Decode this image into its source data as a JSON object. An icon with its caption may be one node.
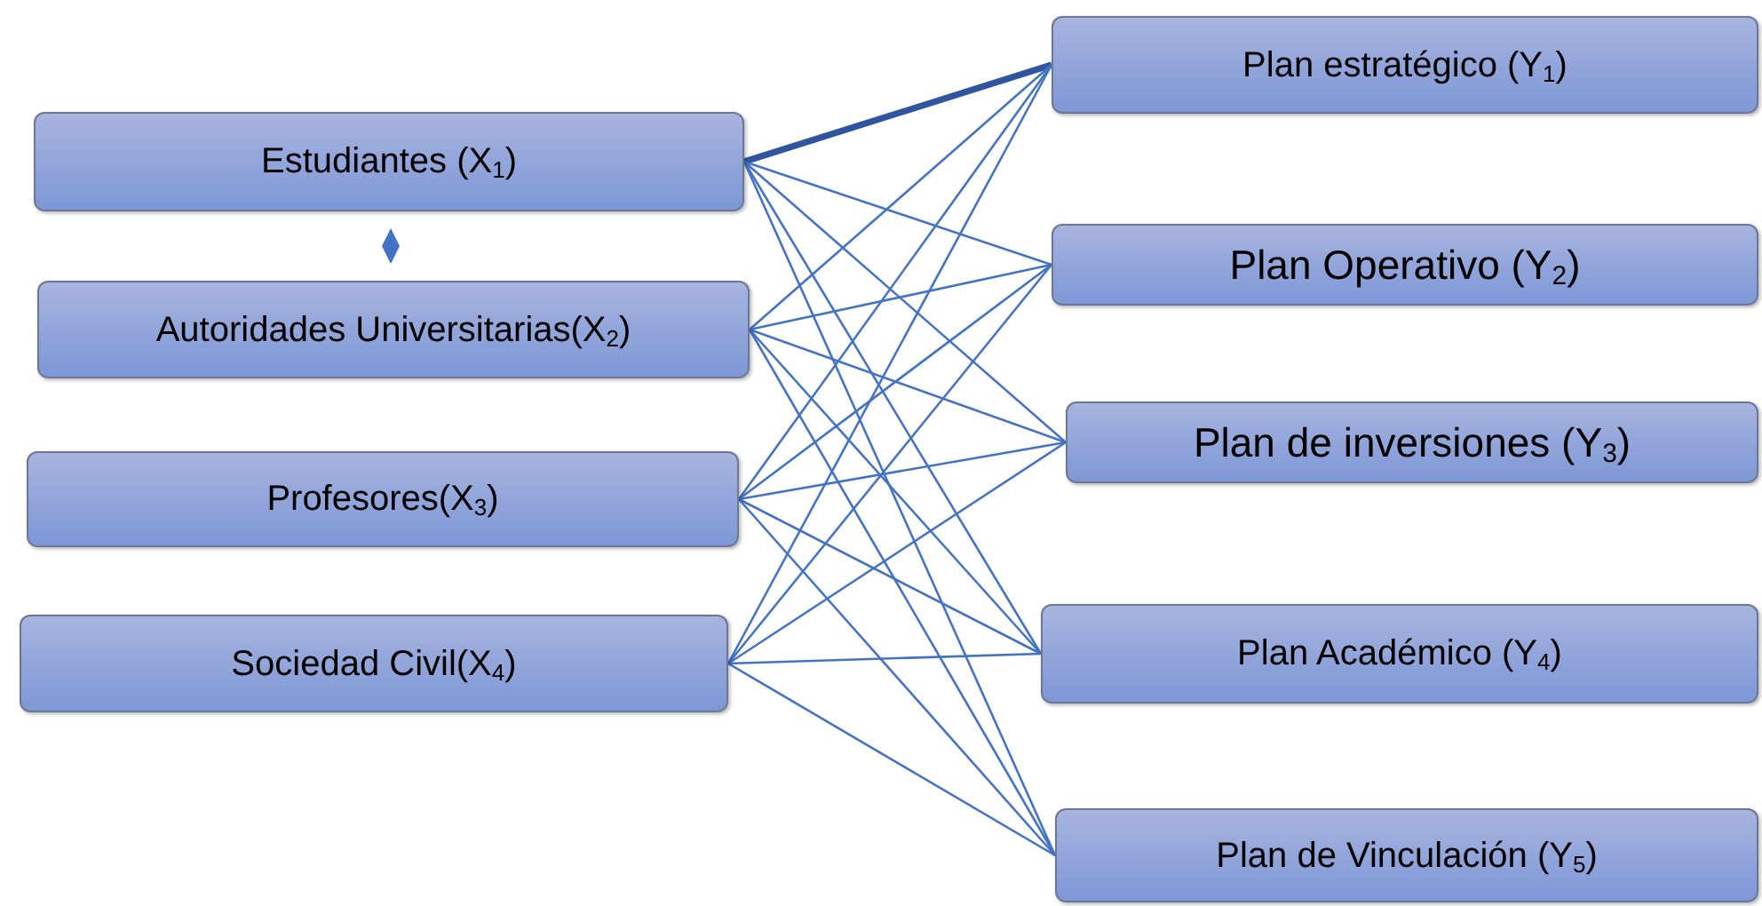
{
  "diagram": {
    "nodes": [
      {
        "text": [
          "Estudiantes (X$_{1}$)"
        ]
      },
      {
        "text": [
          "Autoridades Universitarias(X$_{2}$)"
        ]
      },
      {
        "text": [
          "Profesores(X$_{3}$)"
        ]
      },
      {
        "text": [
          "Sociedad Civil(X$_{4}$)"
        ]
      },
      {
        "text": [
          "Plan estratégico (Y$_{1}$)"
        ]
      },
      {
        "text": [
          "Plan Operativo (Y$_{2}$)"
        ]
      },
      {
        "text": [
          "Plan de inversiones (Y$_{3}$)"
        ]
      },
      {
        "text": [
          "Plan Académico (Y$_{4}$)"
        ]
      },
      {
        "text": [
          "Plan de Vinculación (Y$_{5}$)"
        ]
      }
    ],
    "edges": [
      {
        "from": 0,
        "to": 4,
        "arrow": "none",
        "style": "thick"
      },
      {
        "from": 0,
        "to": 5,
        "arrow": "none"
      },
      {
        "from": 0,
        "to": 6,
        "arrow": "none"
      },
      {
        "from": 0,
        "to": 7,
        "arrow": "none"
      },
      {
        "from": 0,
        "to": 8,
        "arrow": "none"
      },
      {
        "from": 1,
        "to": 4,
        "arrow": "none"
      },
      {
        "from": 1,
        "to": 5,
        "arrow": "none"
      },
      {
        "from": 1,
        "to": 6,
        "arrow": "none"
      },
      {
        "from": 1,
        "to": 7,
        "arrow": "none"
      },
      {
        "from": 1,
        "to": 8,
        "arrow": "none"
      },
      {
        "from": 2,
        "to": 4,
        "arrow": "none"
      },
      {
        "from": 2,
        "to": 5,
        "arrow": "none"
      },
      {
        "from": 2,
        "to": 6,
        "arrow": "none"
      },
      {
        "from": 2,
        "to": 7,
        "arrow": "none"
      },
      {
        "from": 2,
        "to": 8,
        "arrow": "none"
      },
      {
        "from": 3,
        "to": 4,
        "arrow": "none"
      },
      {
        "from": 3,
        "to": 5,
        "arrow": "none"
      },
      {
        "from": 3,
        "to": 6,
        "arrow": "none"
      },
      {
        "from": 3,
        "to": 7,
        "arrow": "none"
      },
      {
        "from": 3,
        "to": 8,
        "arrow": "none"
      },
      {
        "from": 0,
        "to": 1,
        "arrow": "both"
      }
    ]
  }
}
